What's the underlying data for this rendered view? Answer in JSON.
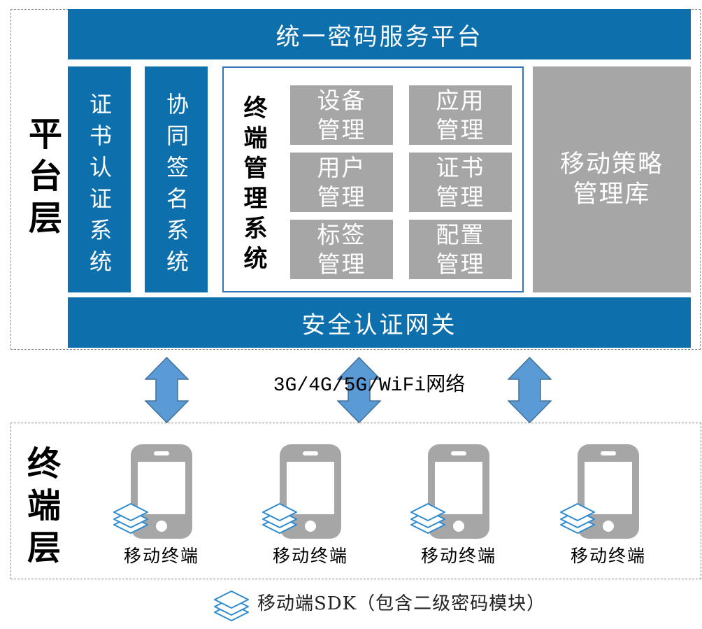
{
  "platform_layer": {
    "label": "平台层",
    "top_bar": "统一密码服务平台",
    "cert_system": "证书认证系统",
    "collab_sign_system": "协同签名系统",
    "terminal_mgmt": {
      "title": "终端管理系统",
      "modules": [
        {
          "line1": "设备",
          "line2": "管理"
        },
        {
          "line1": "应用",
          "line2": "管理"
        },
        {
          "line1": "用户",
          "line2": "管理"
        },
        {
          "line1": "证书",
          "line2": "管理"
        },
        {
          "line1": "标签",
          "line2": "管理"
        },
        {
          "line1": "配置",
          "line2": "管理"
        }
      ]
    },
    "policy_repo": {
      "line1": "移动策略",
      "line2": "管理库"
    },
    "gateway": "安全认证网关"
  },
  "network": {
    "label": "3G/4G/5G/WiFi网络",
    "arrow_icon": "double-arrow-icon"
  },
  "terminal_layer": {
    "label": "终端层",
    "device_icon": "mobile-phone-icon",
    "sdk_icon": "layers-icon",
    "devices": [
      {
        "label": "移动终端"
      },
      {
        "label": "移动终端"
      },
      {
        "label": "移动终端"
      },
      {
        "label": "移动终端"
      }
    ]
  },
  "legend": {
    "icon": "layers-icon",
    "label": "移动端SDK（包含二级密码模块）"
  },
  "colors": {
    "primary_blue": "#0e6fad",
    "box_gray": "#a6a6a6",
    "arrow_blue": "#5b9bd5",
    "icon_blue": "#2e8bd0",
    "frame_blue": "#2f75b5"
  }
}
